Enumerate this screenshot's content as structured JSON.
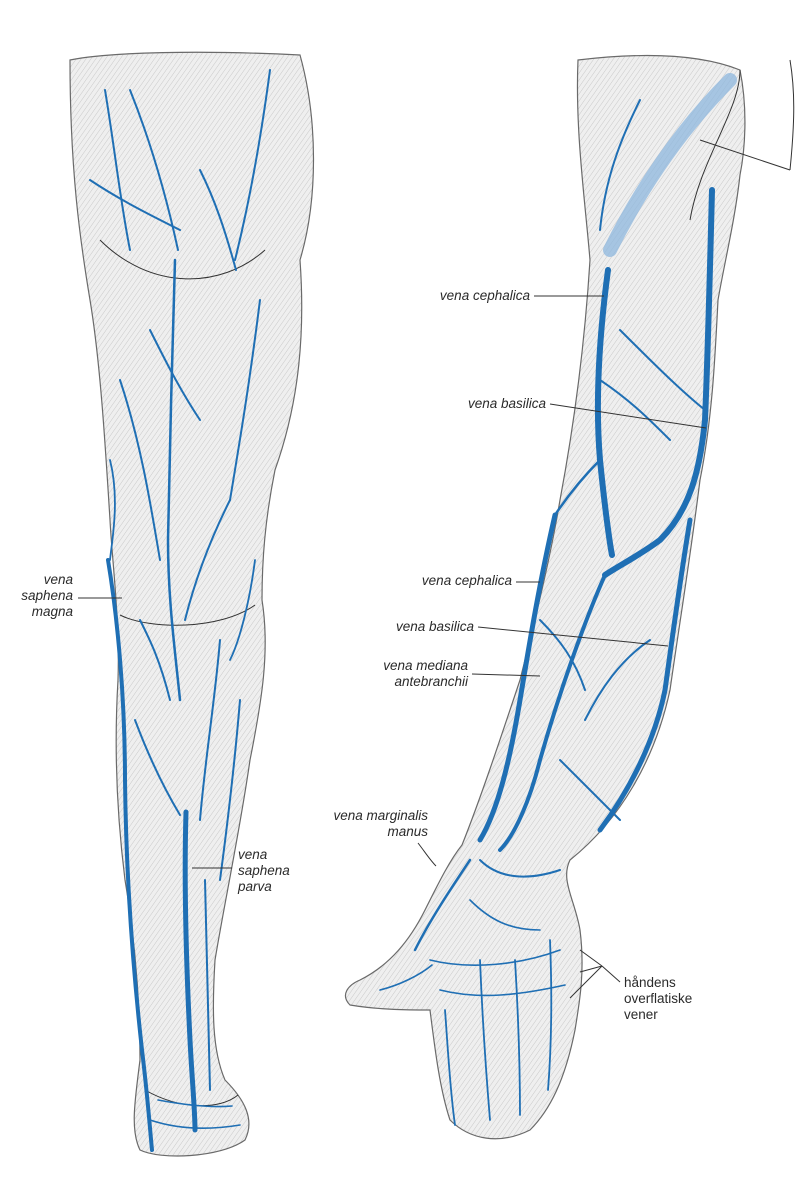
{
  "colors": {
    "vein": "#1f6fb4",
    "vein_light": "#8db7de",
    "skin_fill": "#ececec",
    "skin_outline": "#6a6a6a",
    "leader_line": "#333333"
  },
  "labels": {
    "saphena_magna": [
      "vena",
      "saphena",
      "magna"
    ],
    "saphena_parva": [
      "vena",
      "saphena",
      "parva"
    ],
    "cephalica_upper": "vena cephalica",
    "basilica_upper": "vena basilica",
    "cephalica_lower": "vena cephalica",
    "basilica_lower": "vena basilica",
    "mediana_antebranchii": [
      "vena mediana",
      "antebranchii"
    ],
    "marginalis_manus": [
      "vena marginalis",
      "manus"
    ],
    "handens_overflatiske_vener": [
      "håndens",
      "overflatiske",
      "vener"
    ]
  }
}
